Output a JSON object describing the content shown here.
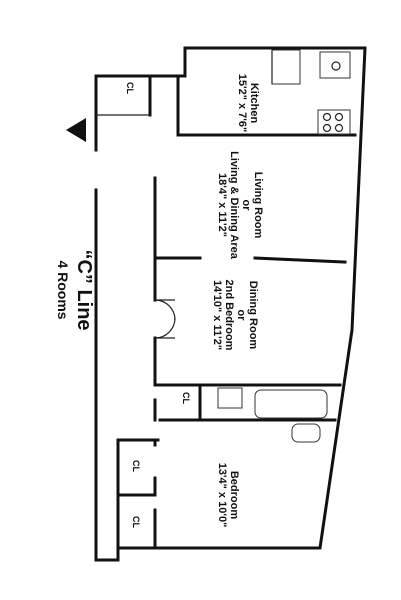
{
  "plan": {
    "title": "“C” Line",
    "subtitle": "4 Rooms",
    "rooms": [
      {
        "name": "Kitchen",
        "size": "15'2\" x 7'6\""
      },
      {
        "name": "Living Room",
        "alt1": "or",
        "alt2": "Living & Dining Area",
        "size": "18'4\" x 11'2\""
      },
      {
        "name": "Dining Room",
        "alt1": "or",
        "alt2": "2nd Bedroom",
        "size": "14'10\" x 11'2\""
      },
      {
        "name": "Bedroom",
        "size": "13'4\" x 10'0\""
      }
    ],
    "closet_label": "CL"
  }
}
